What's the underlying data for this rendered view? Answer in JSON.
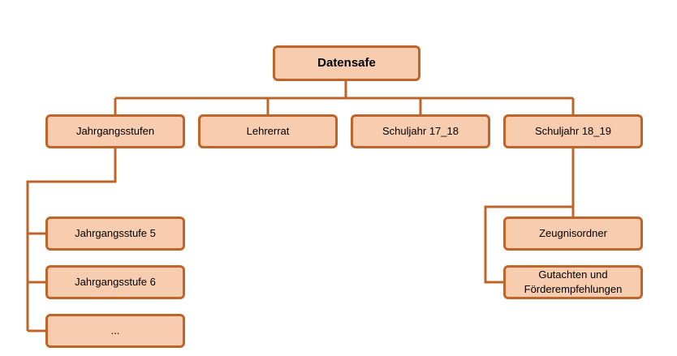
{
  "diagram": {
    "colors": {
      "node_fill": "#F8CDAF",
      "node_border": "#C0652A",
      "connector": "#C0652A"
    },
    "root": {
      "label": "Datensafe"
    },
    "children": [
      {
        "label": "Jahrgangsstufen",
        "children": [
          {
            "label": "Jahrgangsstufe 5"
          },
          {
            "label": "Jahrgangsstufe 6"
          },
          {
            "label": "..."
          }
        ]
      },
      {
        "label": "Lehrerrat"
      },
      {
        "label": "Schuljahr 17_18"
      },
      {
        "label": "Schuljahr 18_19",
        "children": [
          {
            "label": "Zeugnisordner"
          },
          {
            "label": "Gutachten und Förderempfehlungen"
          }
        ]
      }
    ]
  }
}
